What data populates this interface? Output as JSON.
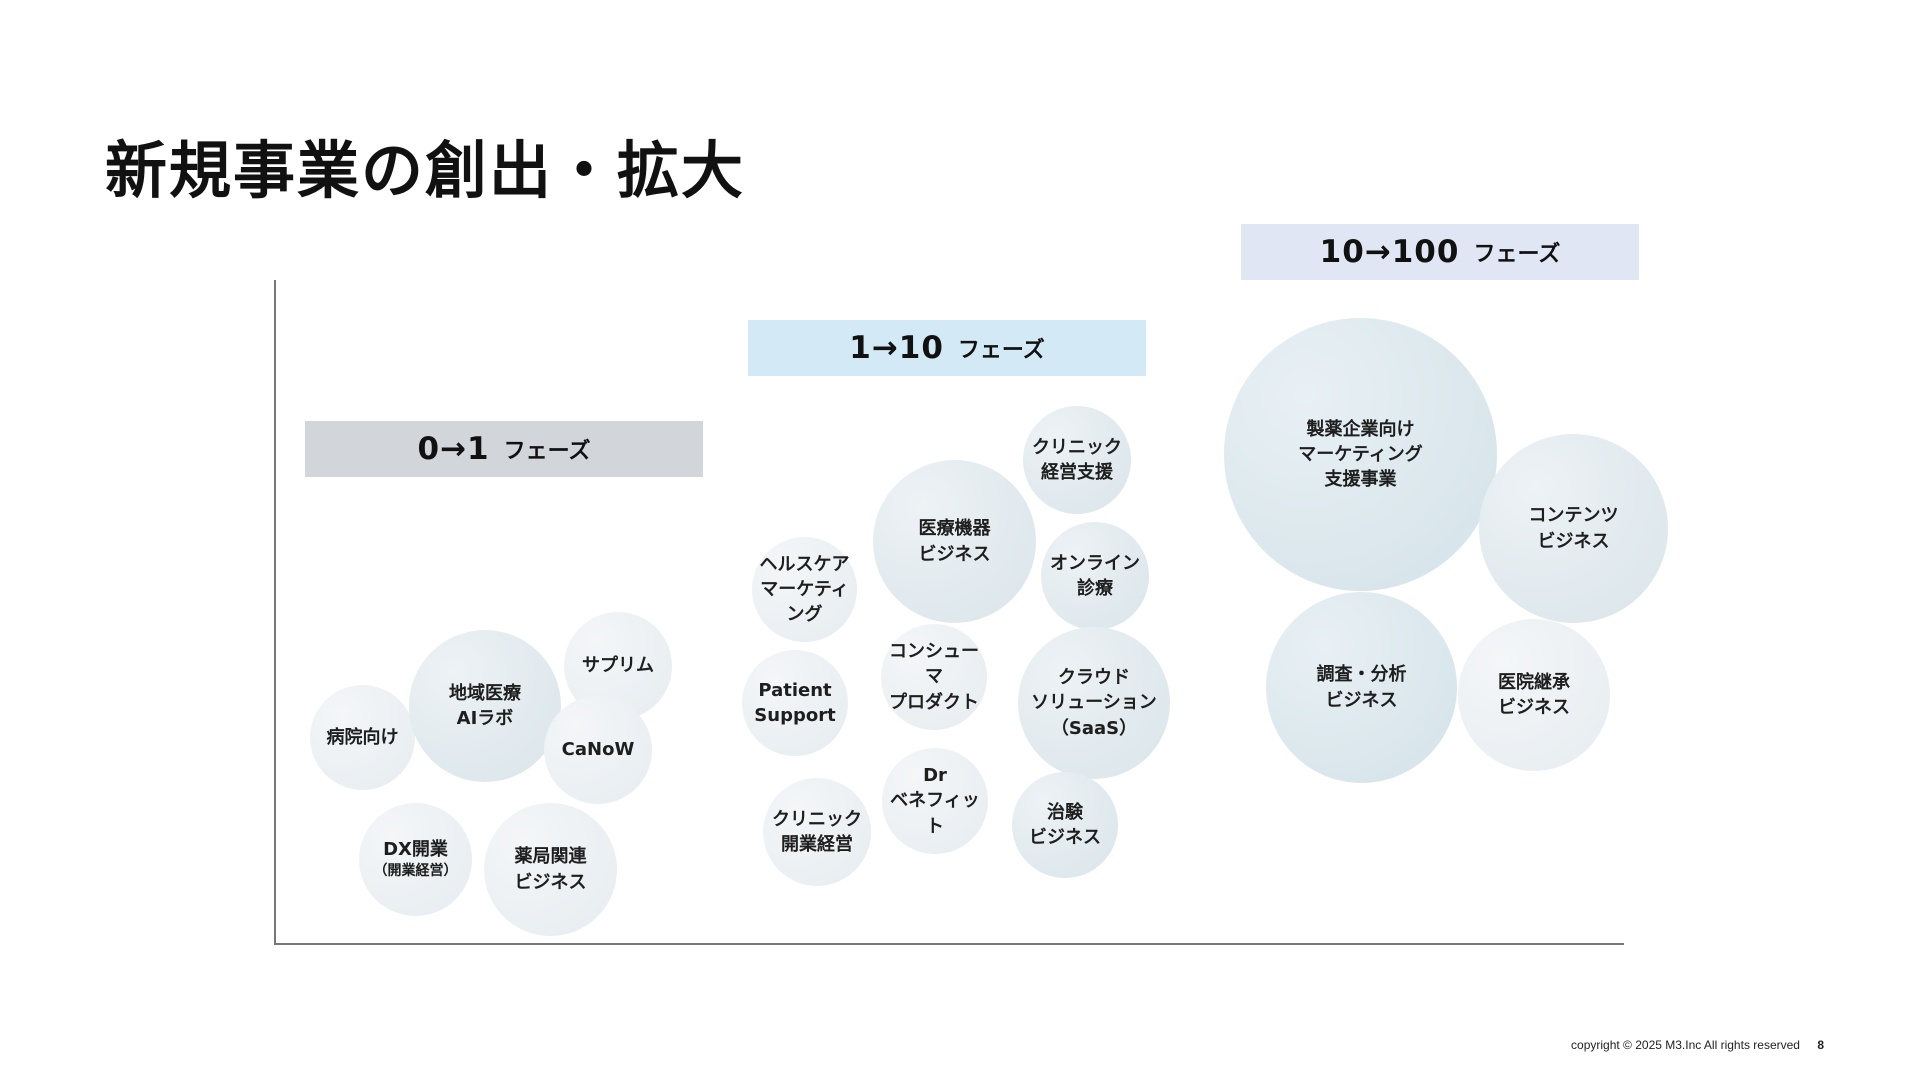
{
  "title": "新規事業の創出・拡大",
  "phases": [
    {
      "big": "0→1",
      "small": "フェーズ",
      "color": "#d2d6da"
    },
    {
      "big": "1→10",
      "small": "フェーズ",
      "color": "#d4e9f6"
    },
    {
      "big": "10→100",
      "small": "フェーズ",
      "color": "#e0e6f4"
    }
  ],
  "bubbles": {
    "hospital": {
      "line1": "病院向け"
    },
    "ai_lab": {
      "line1": "地域医療",
      "line2": "AIラボ"
    },
    "supplim": {
      "line1": "サプリム"
    },
    "canow": {
      "line1": "CaNoW"
    },
    "dx": {
      "line1": "DX開業",
      "sub": "（開業経営）"
    },
    "pharmacy": {
      "line1": "薬局関連",
      "line2": "ビジネス"
    },
    "healthcare_mkt": {
      "line1": "ヘルスケア",
      "line2": "マーケティング"
    },
    "medical_device": {
      "line1": "医療機器",
      "line2": "ビジネス"
    },
    "clinic_support": {
      "line1": "クリニック",
      "line2": "経営支援"
    },
    "online": {
      "line1": "オンライン",
      "line2": "診療"
    },
    "patient_support": {
      "line1": "Patient",
      "line2": "Support"
    },
    "consumer": {
      "line1": "コンシューマ",
      "line2": "プロダクト"
    },
    "cloud": {
      "line1": "クラウド",
      "line2": "ソリューション",
      "line3": "（SaaS）"
    },
    "clinic_open": {
      "line1": "クリニック",
      "line2": "開業経営"
    },
    "dr_benefit": {
      "line1": "Dr",
      "line2": "ベネフィット"
    },
    "clinical_trial": {
      "line1": "治験",
      "line2": "ビジネス"
    },
    "pharma_mkt": {
      "line1": "製薬企業向け",
      "line2": "マーケティング",
      "line3": "支援事業"
    },
    "contents": {
      "line1": "コンテンツ",
      "line2": "ビジネス"
    },
    "research": {
      "line1": "調査・分析",
      "line2": "ビジネス"
    },
    "succession": {
      "line1": "医院継承",
      "line2": "ビジネス"
    }
  },
  "footer": {
    "copyright": "copyright © 2025 M3.Inc All rights reserved",
    "page": "8"
  }
}
